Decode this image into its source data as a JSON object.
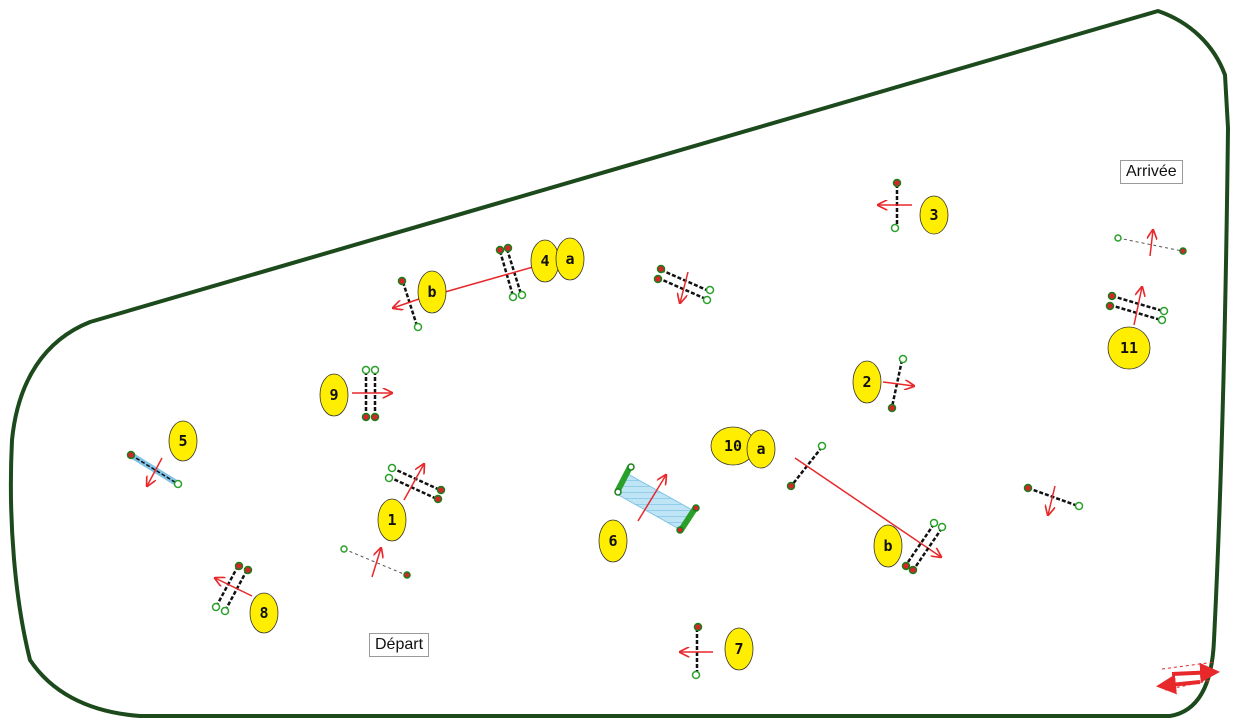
{
  "labels": {
    "depart": "Départ",
    "arrivee": "Arrivée"
  },
  "markers": {
    "m1": "1",
    "m2": "2",
    "m3": "3",
    "m4": "4",
    "m4a": "a",
    "m4b": "b",
    "m5": "5",
    "m6": "6",
    "m7": "7",
    "m8": "8",
    "m9": "9",
    "m10": "10",
    "m10a": "a",
    "m10b": "b",
    "m11": "11"
  },
  "colors": {
    "boundary": "#1d4a1d",
    "marker_fill": "#ffee00",
    "arrow": "#e8292b",
    "post_green": "#2aa02a",
    "post_red": "#d2262b",
    "water": "#a8d8f0"
  }
}
